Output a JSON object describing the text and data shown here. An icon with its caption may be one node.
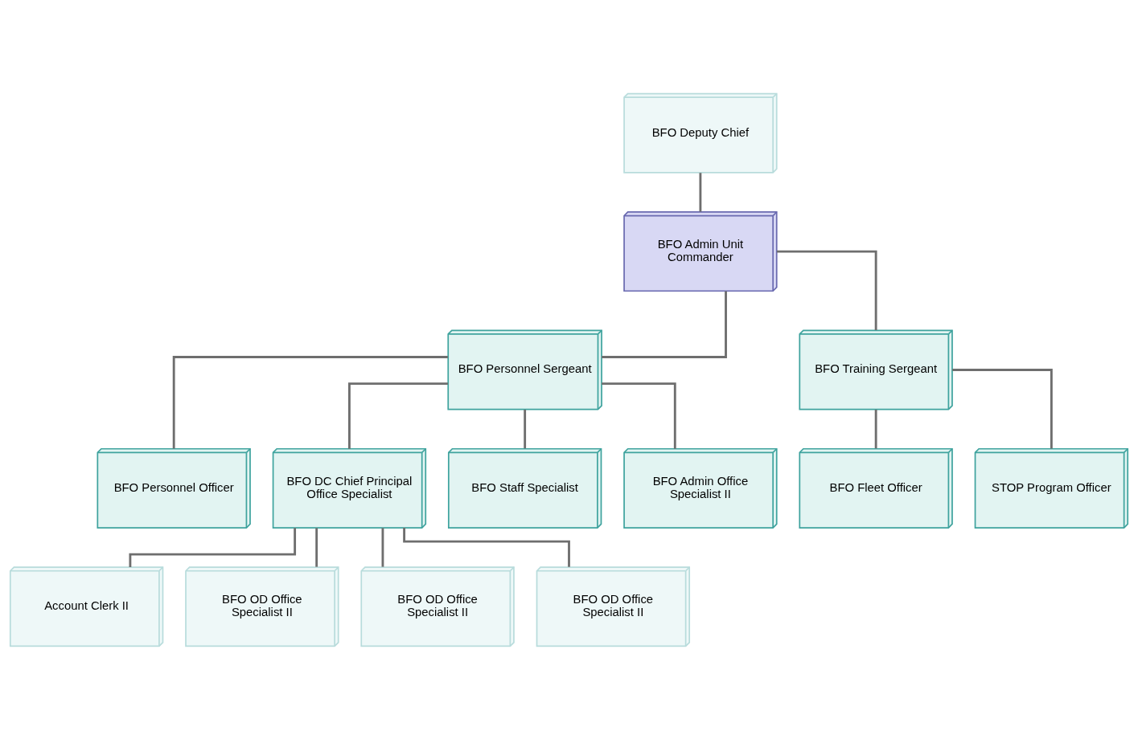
{
  "diagram": {
    "nodes": [
      {
        "text": [
          "BFO Deputy Chief"
        ]
      },
      {
        "text": [
          "BFO Admin Unit Commander"
        ]
      },
      {
        "text": [
          "BFO Personnel Sergeant"
        ]
      },
      {
        "text": [
          "BFO Training Sergeant"
        ]
      },
      {
        "text": [
          "BFO Personnel Officer"
        ]
      },
      {
        "text": [
          "BFO DC Chief Principal Office Specialist"
        ]
      },
      {
        "text": [
          "BFO Staff Specialist"
        ]
      },
      {
        "text": [
          "BFO Admin Office Specialist II"
        ]
      },
      {
        "text": [
          "BFO Fleet Officer"
        ]
      },
      {
        "text": [
          "STOP Program Officer"
        ]
      },
      {
        "text": [
          "Account Clerk II"
        ]
      },
      {
        "text": [
          "BFO OD Office Specialist II"
        ]
      },
      {
        "text": [
          "BFO OD Office Specialist II"
        ]
      },
      {
        "text": [
          "BFO OD Office Specialist II"
        ]
      }
    ],
    "edges": [
      {
        "from": 0,
        "to": 1,
        "arrow": "none"
      },
      {
        "from": 1,
        "to": 2,
        "arrow": "none"
      },
      {
        "from": 1,
        "to": 3,
        "arrow": "none"
      },
      {
        "from": 2,
        "to": 4,
        "arrow": "none"
      },
      {
        "from": 2,
        "to": 5,
        "arrow": "none"
      },
      {
        "from": 2,
        "to": 6,
        "arrow": "none"
      },
      {
        "from": 2,
        "to": 7,
        "arrow": "none"
      },
      {
        "from": 3,
        "to": 8,
        "arrow": "none"
      },
      {
        "from": 3,
        "to": 9,
        "arrow": "none"
      },
      {
        "from": 5,
        "to": 10,
        "arrow": "none"
      },
      {
        "from": 5,
        "to": 11,
        "arrow": "none"
      },
      {
        "from": 5,
        "to": 12,
        "arrow": "none"
      },
      {
        "from": 5,
        "to": 13,
        "arrow": "none"
      }
    ]
  }
}
